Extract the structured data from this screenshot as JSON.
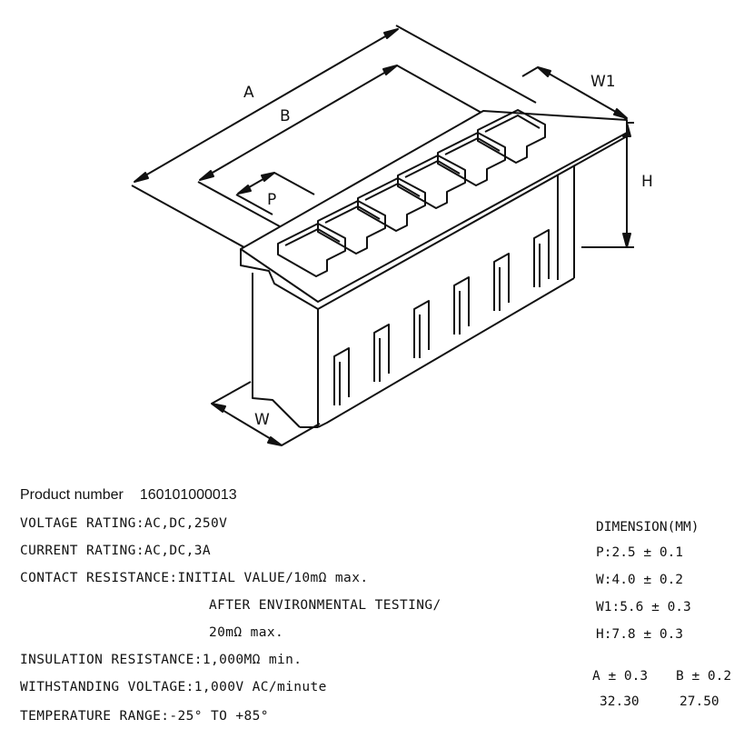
{
  "drawing": {
    "labels": {
      "a": "A",
      "b": "B",
      "p": "P",
      "w": "W",
      "w1": "W1",
      "h": "H"
    }
  },
  "product": {
    "label": "Product number",
    "value": "160101000013"
  },
  "specs": [
    "VOLTAGE RATING:AC,DC,250V",
    "CURRENT RATING:AC,DC,3A",
    "CONTACT RESISTANCE:INITIAL VALUE/10mΩ max.",
    "AFTER ENVIRONMENTAL TESTING/",
    "20mΩ max.",
    "INSULATION RESISTANCE:1,000MΩ min.",
    "WITHSTANDING VOLTAGE:1,000V AC/minute",
    "TEMPERATURE RANGE:-25° TO +85°"
  ],
  "dimensions": {
    "title": "DIMENSION(MM)",
    "items": [
      "P:2.5 ± 0.1",
      "W:4.0 ± 0.2",
      "W1:5.6 ± 0.3",
      "H:7.8 ± 0.3"
    ]
  },
  "tolerance_table": {
    "headers": [
      "A ± 0.3",
      "B ± 0.2"
    ],
    "values": [
      "32.30",
      "27.50"
    ]
  }
}
